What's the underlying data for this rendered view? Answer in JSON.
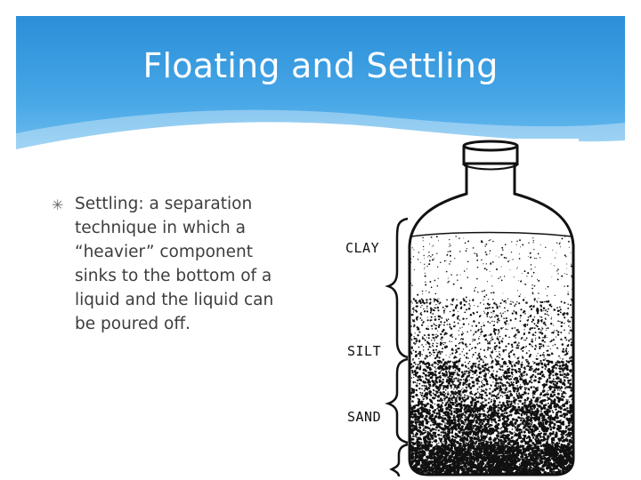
{
  "slide": {
    "title": "Floating and Settling",
    "bullet": {
      "icon": "asterisk-bullet-icon",
      "lines": [
        "Settling:  a separation",
        "technique in which a",
        "“heavier” component",
        "sinks to the bottom of a",
        "liquid and the liquid can",
        "be poured off."
      ]
    },
    "figure": {
      "labels": {
        "clay": "CLAY",
        "silt": "SILT",
        "sand": "SAND"
      }
    },
    "colors": {
      "header_top": "#2b8fd8",
      "header_bottom": "#7cc6f2",
      "text": "#3d3d3d"
    }
  }
}
